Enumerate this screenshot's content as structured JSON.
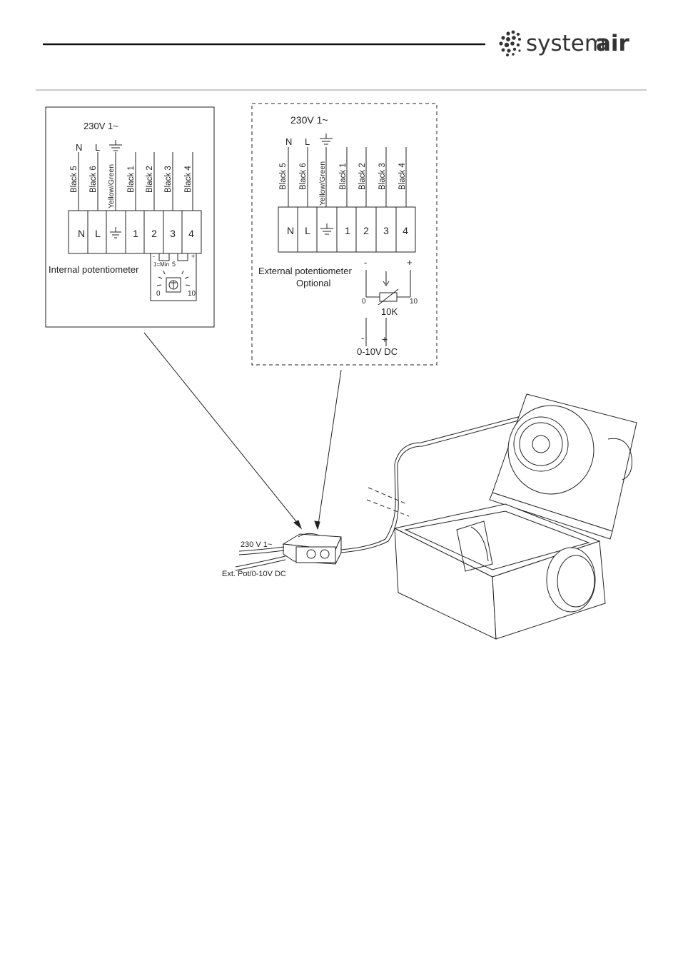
{
  "header": {
    "brand_light": "system",
    "brand_bold": "air"
  },
  "internal_panel": {
    "supply": "230V 1~",
    "top_terms": [
      "N",
      "L"
    ],
    "wires": [
      "Black 5",
      "Black 6",
      "Yellow/Green",
      "Black 1",
      "Black 2",
      "Black 3",
      "Black 4"
    ],
    "terminals": [
      "N",
      "L",
      "1",
      "2",
      "3",
      "4"
    ],
    "pot_label": "Internal  potentiometer",
    "pot_minus": "-",
    "pot_plus": "+",
    "pot_min": "1=Min",
    "pot_mid": "5",
    "pot_zero": "0",
    "pot_ten": "10"
  },
  "external_panel": {
    "supply": "230V 1~",
    "top_terms": [
      "N",
      "L"
    ],
    "wires": [
      "Black 5",
      "Black 6",
      "Yellow/Green",
      "Black 1",
      "Black 2",
      "Black 3",
      "Black 4"
    ],
    "terminals": [
      "N",
      "L",
      "1",
      "2",
      "3",
      "4"
    ],
    "pot_label_line1": "External potentiometer",
    "pot_label_line2": "Optional",
    "minus": "-",
    "plus": "+",
    "zero": "0",
    "ten": "10",
    "resistor": "10K",
    "dc_minus": "-",
    "dc_plus": "+",
    "dc_label": "0-10V DC"
  },
  "fan_drawing": {
    "cable_supply": "230 V 1~",
    "cable_control": "Ext. Pot/0-10V DC"
  }
}
